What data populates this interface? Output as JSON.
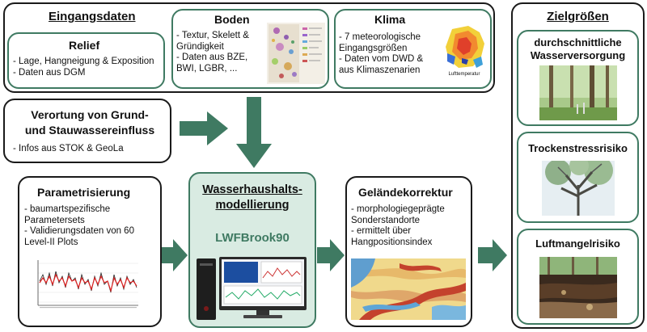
{
  "inputs": {
    "title": "Eingangsdaten",
    "relief": {
      "title": "Relief",
      "items": [
        "Lage, Hangneigung & Exposition",
        "Daten aus DGM"
      ]
    },
    "boden": {
      "title": "Boden",
      "items": [
        "Textur, Skelett & Gründigkeit",
        "Daten aus BZE, BWI, LGBR, ..."
      ]
    },
    "klima": {
      "title": "Klima",
      "items": [
        "7 meteorologische Eingangsgrößen",
        "Daten vom DWD & aus Klimaszenarien"
      ],
      "map_caption": "Lufttemperatur"
    }
  },
  "verortung": {
    "title_line1": "Verortung von Grund-",
    "title_line2": "und Stauwassereinfluss",
    "items": [
      "Infos aus STOK & GeoLa"
    ]
  },
  "parametrisierung": {
    "title": "Parametrisierung",
    "items": [
      "baumartspezifische Parametersets",
      "Validierungsdaten von 60 Level-II Plots"
    ]
  },
  "modellierung": {
    "title_line1": "Wasserhaushalts-",
    "title_line2": "modellierung",
    "model_name": "LWFBrook90"
  },
  "gelaende": {
    "title": "Geländekorrektur",
    "items": [
      "morphologiegeprägte Sonderstandorte",
      "ermittelt über Hangpositionsindex"
    ]
  },
  "zielgroessen": {
    "title": "Zielgrößen",
    "items": [
      {
        "label_line1": "durchschnittliche",
        "label_line2": "Wasserversorgung"
      },
      {
        "label_line1": "Trockenstressrisiko",
        "label_line2": ""
      },
      {
        "label_line1": "Luftmangelrisiko",
        "label_line2": ""
      }
    ]
  },
  "colors": {
    "accent": "#3f7a62",
    "panel": "#d9ebe2",
    "border": "#1a1a1a"
  }
}
